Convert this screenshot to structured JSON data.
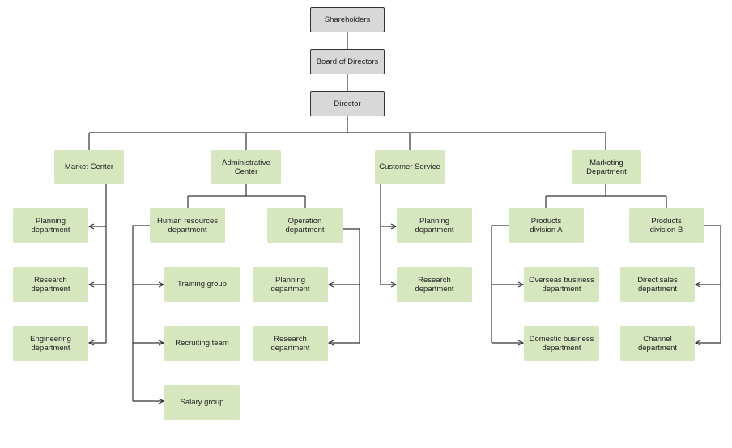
{
  "nodes": {
    "shareholders": "Shareholders",
    "board": "Board of Directors",
    "director": "Director",
    "market_center": "Market Center",
    "admin_center": "Administrative\nCenter",
    "customer_service": "Customer Service",
    "marketing": "Marketing\nDepartment",
    "mc_planning": "Planning\ndepartment",
    "mc_research": "Research\ndepartment",
    "mc_engineering": "Engineering\ndepartment",
    "hr": "Human resources\ndepartment",
    "operation": "Operation\ndepartment",
    "training": "Training group",
    "recruiting": "Recruiting team",
    "salary": "Salary group",
    "op_planning": "Planning department",
    "op_research": "Research\ndepartment",
    "cs_planning": "Planning\ndepartment",
    "cs_research": "Research\ndepartment",
    "prod_a": "Products\ndivision A",
    "prod_b": "Products\ndivision B",
    "overseas": "Overseas business\ndepartment",
    "domestic": "Domestic business\ndepartment",
    "direct_sales": "Direct sales\ndepartment",
    "channel": "Channel department"
  },
  "colors": {
    "exec_fill": "#d8d8d8",
    "dept_fill": "#d6e6bf",
    "line": "#333333"
  }
}
